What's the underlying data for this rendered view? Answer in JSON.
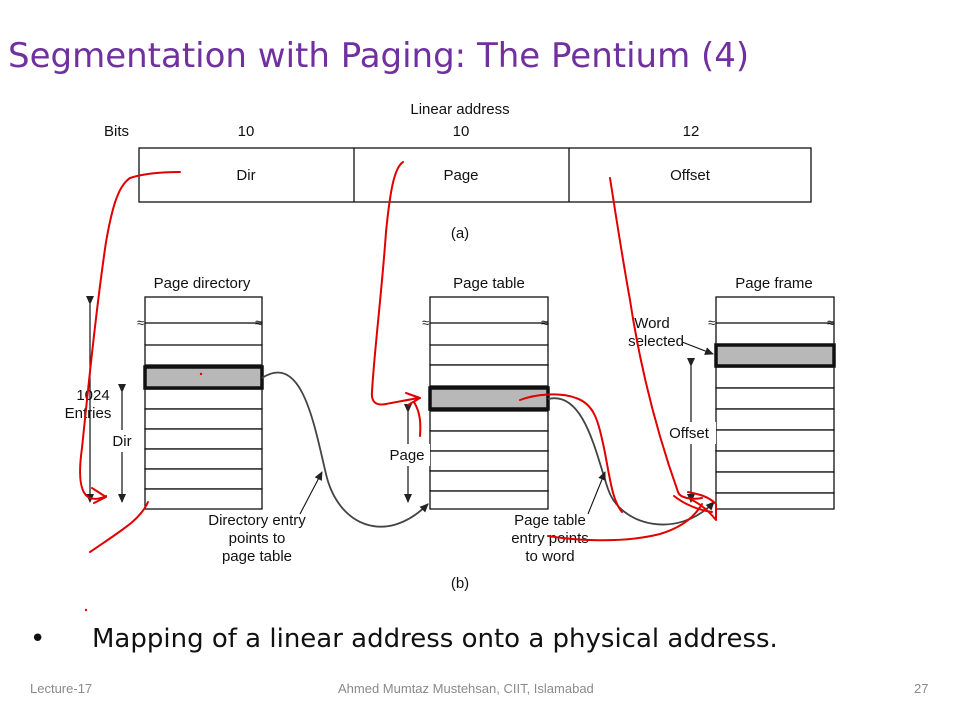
{
  "slide": {
    "title": "Segmentation with Paging: The Pentium (4)",
    "bullet": "Mapping of a linear address onto a physical address.",
    "bullet_marker": "•"
  },
  "figure_a": {
    "heading": "Linear address",
    "bits_label": "Bits",
    "fields": [
      {
        "name": "Dir",
        "bits": "10"
      },
      {
        "name": "Page",
        "bits": "10"
      },
      {
        "name": "Offset",
        "bits": "12"
      }
    ],
    "caption": "(a)"
  },
  "figure_b": {
    "caption": "(b)",
    "page_directory": "Page directory",
    "page_table": "Page table",
    "page_frame": "Page frame",
    "word_selected": [
      "Word",
      "selected"
    ],
    "entries_label": [
      "1024",
      "Entries"
    ],
    "dir_label": "Dir",
    "page_label": "Page",
    "offset_label": "Offset",
    "directory_entry_note": [
      "Directory entry",
      "points to",
      "page table"
    ],
    "page_table_note": [
      "Page table",
      "entry points",
      "to word"
    ]
  },
  "footer": {
    "left": "Lecture-17",
    "center": "Ahmed Mumtaz Mustehsan, CIIT, Islamabad",
    "right": "27"
  },
  "colors": {
    "title": "#7030a0",
    "annotation_ink": "#e00000",
    "selected_entry": "#b8b8b8",
    "footer_text": "#8a8a8a"
  }
}
